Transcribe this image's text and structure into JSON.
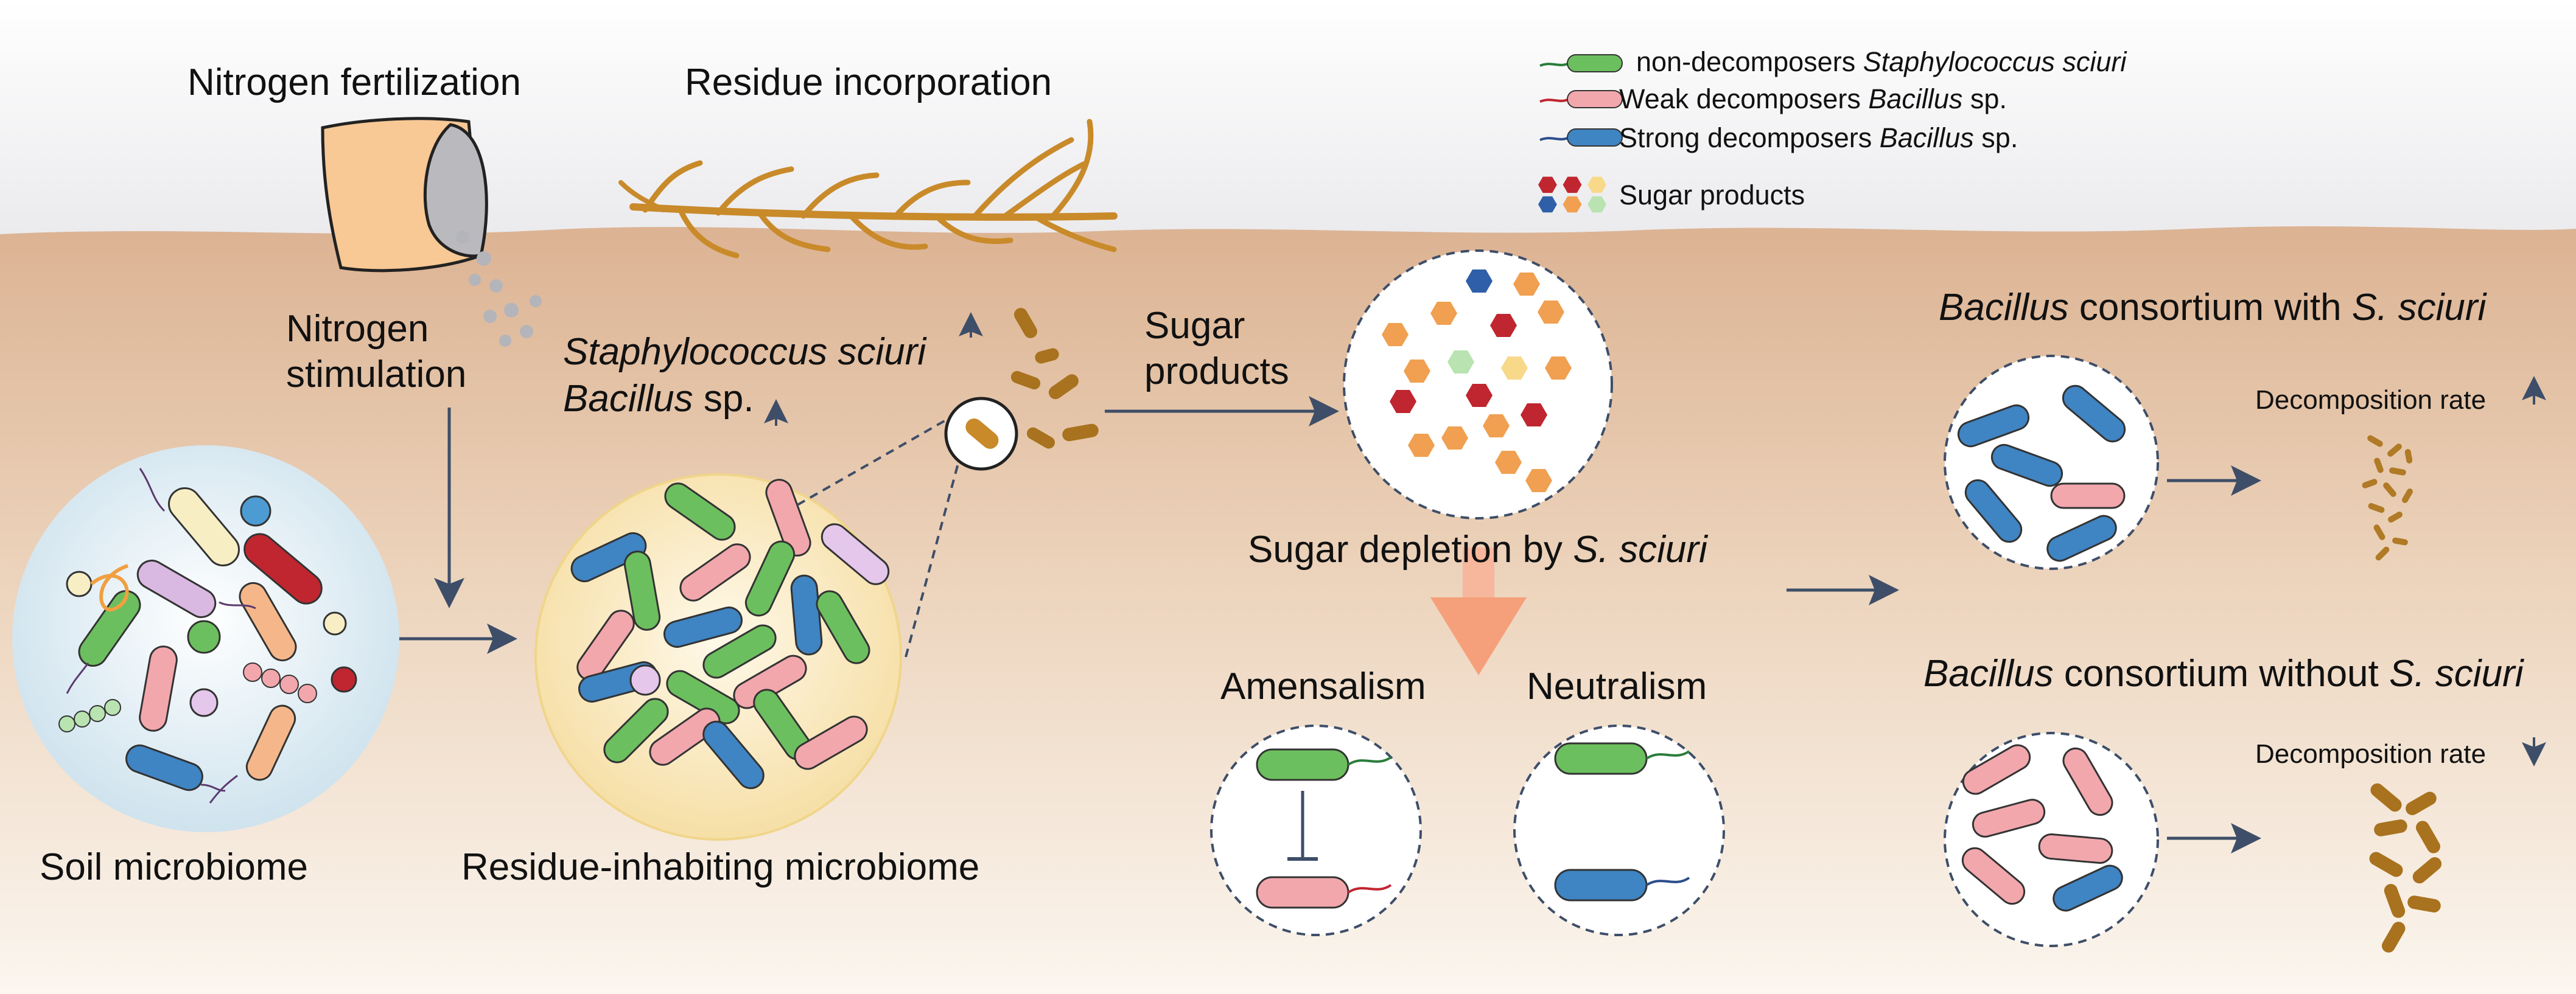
{
  "labels": {
    "nitrogen_fertilization": "Nitrogen fertilization",
    "residue_incorporation": "Residue incorporation",
    "nitrogen_stimulation_1": "Nitrogen",
    "nitrogen_stimulation_2": "stimulation",
    "staph_sciuri": "Staphylococcus sciuri",
    "bacillus_sp": "Bacillus",
    "bacillus_sp_suffix": " sp.",
    "sugar_products_1": "Sugar",
    "sugar_products_2": "products",
    "soil_microbiome": "Soil microbiome",
    "residue_microbiome": "Residue-inhabiting microbiome",
    "sugar_depletion": "Sugar depletion by ",
    "sugar_depletion_it": "S. sciuri",
    "amensalism": "Amensalism",
    "neutralism": "Neutralism",
    "consortium_with_1": "Bacillus",
    "consortium_with_2": " consortium with ",
    "consortium_with_3": "S. sciuri",
    "consortium_without_1": "Bacillus",
    "consortium_without_2": " consortium without ",
    "consortium_without_3": "S. sciuri",
    "decomposition_rate_up": "Decomposition rate",
    "decomposition_rate_down": "Decomposition rate"
  },
  "legend": {
    "items": [
      {
        "plain": "non-decomposers ",
        "italic": "Staphylococcus sciuri",
        "suffix": "",
        "color": "#6cbf5e"
      },
      {
        "plain": "Weak decomposers ",
        "italic": "Bacillus",
        "suffix": " sp.",
        "color": "#f2a7ad"
      },
      {
        "plain": "Strong decomposers ",
        "italic": "Bacillus",
        "suffix": " sp.",
        "color": "#3f84c3"
      }
    ],
    "sugar_label": "Sugar products"
  },
  "colors": {
    "sky": "#ffffff",
    "soil_top": "#dcb393",
    "soil_bottom": "#fbf6ef",
    "arrow": "#3e4e68",
    "straw": "#c98a2a",
    "green_cell": "#6cbf5e",
    "pink_cell": "#f2a7ad",
    "blue_cell": "#3f84c3",
    "dark_red": "#c0262f",
    "orange": "#f0a050",
    "yellow": "#f8d98a",
    "light_green": "#b9e3b0",
    "blue_hex": "#2f5fa8",
    "funnel": "#f5a07a",
    "particle": "#a8721e"
  }
}
